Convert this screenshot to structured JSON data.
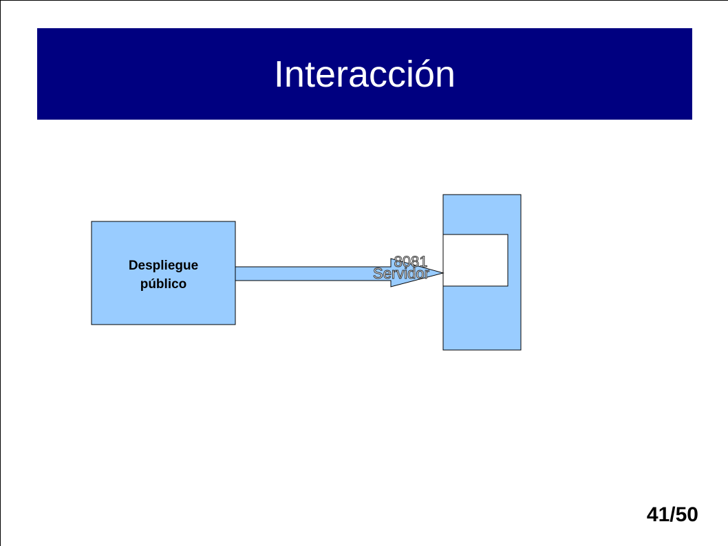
{
  "slide": {
    "title": "Interacción",
    "page_number": "41/50"
  },
  "diagram": {
    "source_box": {
      "line1": "Despliegue",
      "line2": "público"
    },
    "arrow_labels": {
      "port": "8081",
      "target": "Servidor"
    }
  },
  "colors": {
    "title_bar": "#000080",
    "box_fill": "#99ccff",
    "stroke": "#000000"
  }
}
